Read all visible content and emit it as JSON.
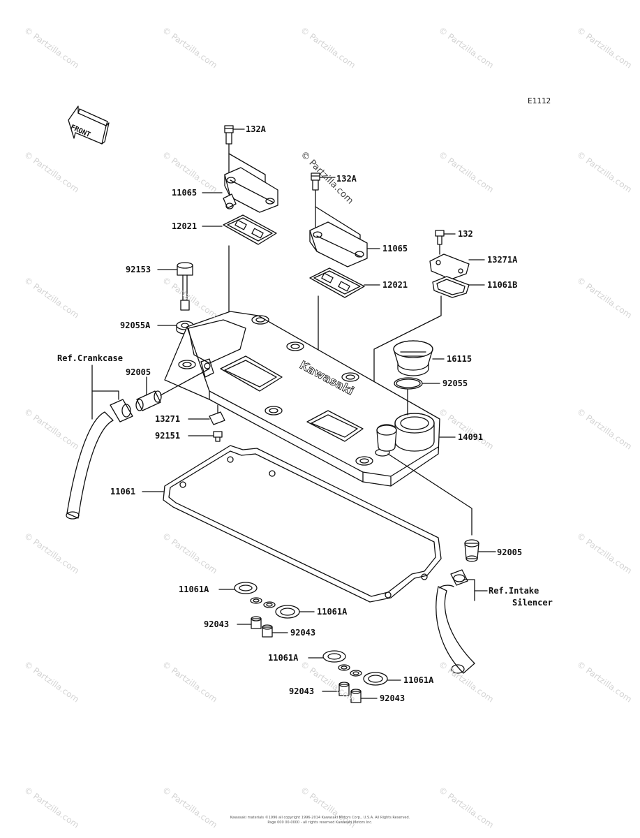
{
  "diagram": {
    "code": "E1112",
    "front_label": "FRONT",
    "center_watermark": "© Partzilla.com",
    "watermark_text": "© Partzilla.com",
    "footer_line1": "Kawasaki materials ©1996 all copyright 1996-2014 Kawasaki Motors Corp., U.S.A. All Rights Reserved.",
    "footer_line2": "Page 000 00-0000 - all rights reserved Kawasaki Motors Inc.",
    "cover_text": "Kawasaki"
  },
  "labels": {
    "l132a_top": "132A",
    "l11065_left": "11065",
    "l12021_left": "12021",
    "l132a_mid": "132A",
    "l11065_right": "11065",
    "l12021_right": "12021",
    "l132": "132",
    "l13271a": "13271A",
    "l11061b": "11061B",
    "l92153": "92153",
    "l92055a": "92055A",
    "l16115": "16115",
    "l92055": "92055",
    "ref_crankcase": "Ref.Crankcase",
    "l92005_left": "92005",
    "l13271": "13271",
    "l92151": "92151",
    "l14091": "14091",
    "l11061": "11061",
    "l92005_right": "92005",
    "ref_intake_1": "Ref.Intake",
    "ref_intake_2": "Silencer",
    "l11061a_1": "11061A",
    "l11061a_2": "11061A",
    "l92043_1": "92043",
    "l92043_2": "92043",
    "l11061a_3": "11061A",
    "l11061a_4": "11061A",
    "l92043_3": "92043",
    "l92043_4": "92043"
  }
}
